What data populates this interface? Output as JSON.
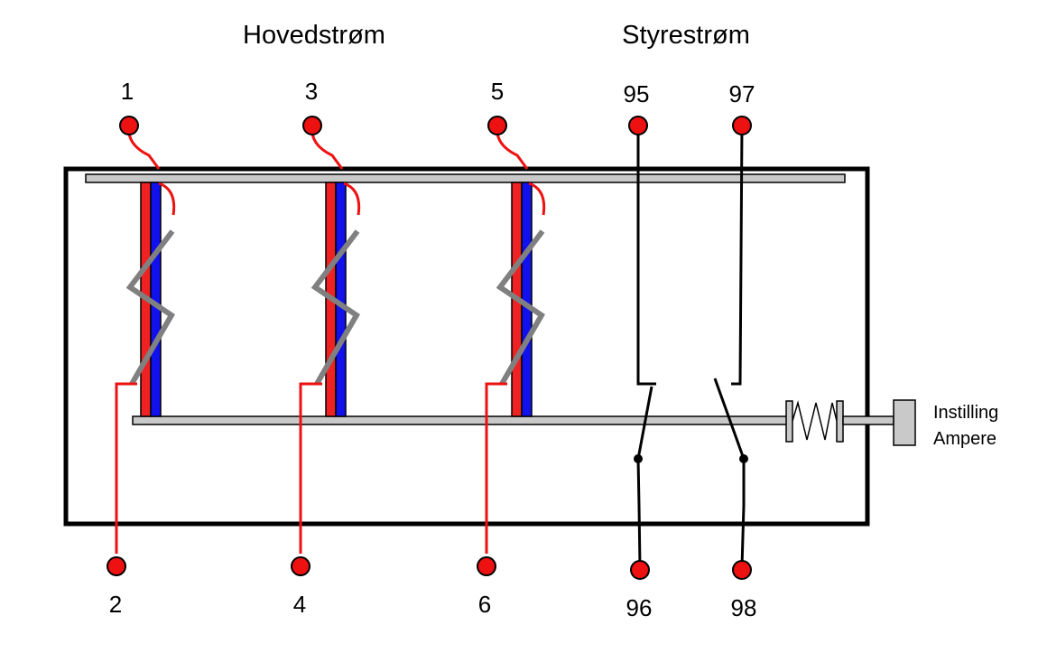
{
  "headings": {
    "main_current": "Hovedstrøm",
    "control_current": "Styrestrøm"
  },
  "terminals": {
    "t1": "1",
    "t2": "2",
    "t3": "3",
    "t4": "4",
    "t5": "5",
    "t6": "6",
    "t95": "95",
    "t96": "96",
    "t97": "97",
    "t98": "98"
  },
  "adjuster": {
    "line1": "Instilling",
    "line2": "Ampere"
  },
  "colors": {
    "terminal": "#ee1111",
    "wire": "#ee1111",
    "bimetal_red": "#ee2222",
    "bimetal_blue": "#1111ee",
    "bar": "#c9c9c9",
    "heater": "#808080",
    "outline": "#000000"
  }
}
